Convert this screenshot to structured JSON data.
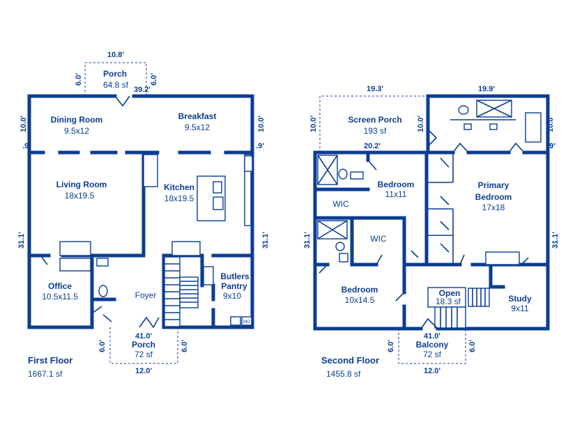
{
  "first_floor": {
    "title": "First Floor",
    "area": "1667.1 sf",
    "rooms": {
      "dining_name": "Dining Room",
      "dining_size": "9.5x12",
      "breakfast_name": "Breakfast",
      "breakfast_size": "9.5x12",
      "living_name": "Living Room",
      "living_size": "18x19.5",
      "kitchen_name": "Kitchen",
      "kitchen_size": "18x19.5",
      "office_name": "Office",
      "office_size": "10.5x11.5",
      "foyer_name": "Foyer",
      "butlers_name_1": "Butlers",
      "butlers_name_2": "Pantry",
      "butlers_size": "9x10",
      "porch_top_name": "Porch",
      "porch_top_size": "64.8 sf",
      "porch_bottom_name": "Porch",
      "porch_bottom_size": "72 sf"
    },
    "dims": {
      "porch_top_width": "10.8'",
      "porch_top_left": "6.0'",
      "porch_top_right": "6.0'",
      "porch_top_gap": "39.2'",
      "left_top": "10.0'",
      "right_top": "10.0'",
      "left_small": ".9'",
      "right_small": ".9'",
      "left_main": "31.1'",
      "right_main": "31.1'",
      "front": "41.0'",
      "porch_bottom_width": "12.0'",
      "porch_bottom_left": "6.0'",
      "porch_bottom_right": "6.0'"
    }
  },
  "second_floor": {
    "title": "Second Floor",
    "area": "1455.8 sf",
    "rooms": {
      "screen_porch_name": "Screen Porch",
      "screen_porch_size": "193 sf",
      "bedroom_a_name": "Bedroom",
      "bedroom_a_size": "11x11",
      "primary_name_1": "Primary",
      "primary_name_2": "Bedroom",
      "primary_size": "17x18",
      "wic_a": "WIC",
      "wic_b": "WIC",
      "bedroom_b_name": "Bedroom",
      "bedroom_b_size": "10x14.5",
      "open_name": "Open",
      "open_size": "18.3 sf",
      "study_name": "Study",
      "study_size": "9x11",
      "balcony_name": "Balcony",
      "balcony_size": "72 sf"
    },
    "dims": {
      "screen_width": "19.3'",
      "bath_width": "19.9'",
      "left_top": "10.0'",
      "mid_top": "10.0'",
      "right_top": "10.0'",
      "inner_width": "20.2'",
      "right_small": ".9'",
      "left_main": "31.1'",
      "right_main": "31.1'",
      "front": "41.0'",
      "balcony_width": "12.0'",
      "balcony_left": "6.0'",
      "balcony_right": "6.0'"
    }
  },
  "appliance_label": "MO"
}
